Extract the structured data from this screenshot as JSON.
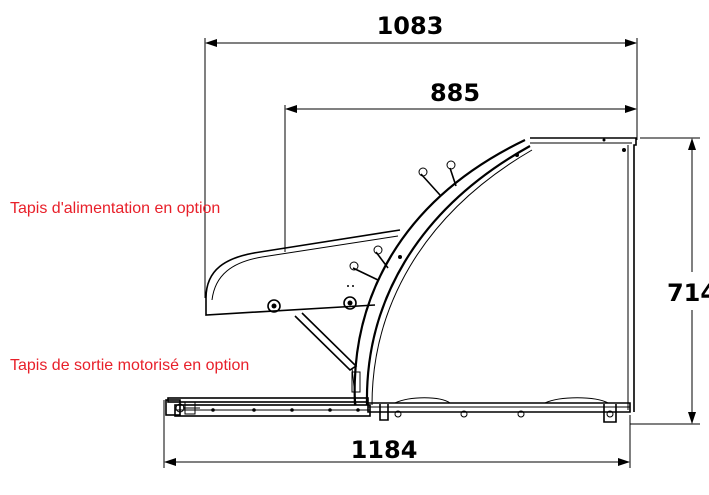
{
  "dimensions": {
    "overall_width_top": "1083",
    "feeder_width": "885",
    "height": "714",
    "overall_width_bottom": "1184"
  },
  "annotations": {
    "feeder_option": "Tapis d'alimentation en option",
    "exit_option": "Tapis de sortie motorisé en option"
  },
  "colors": {
    "annotation": "#e8202a",
    "line": "#000000"
  }
}
